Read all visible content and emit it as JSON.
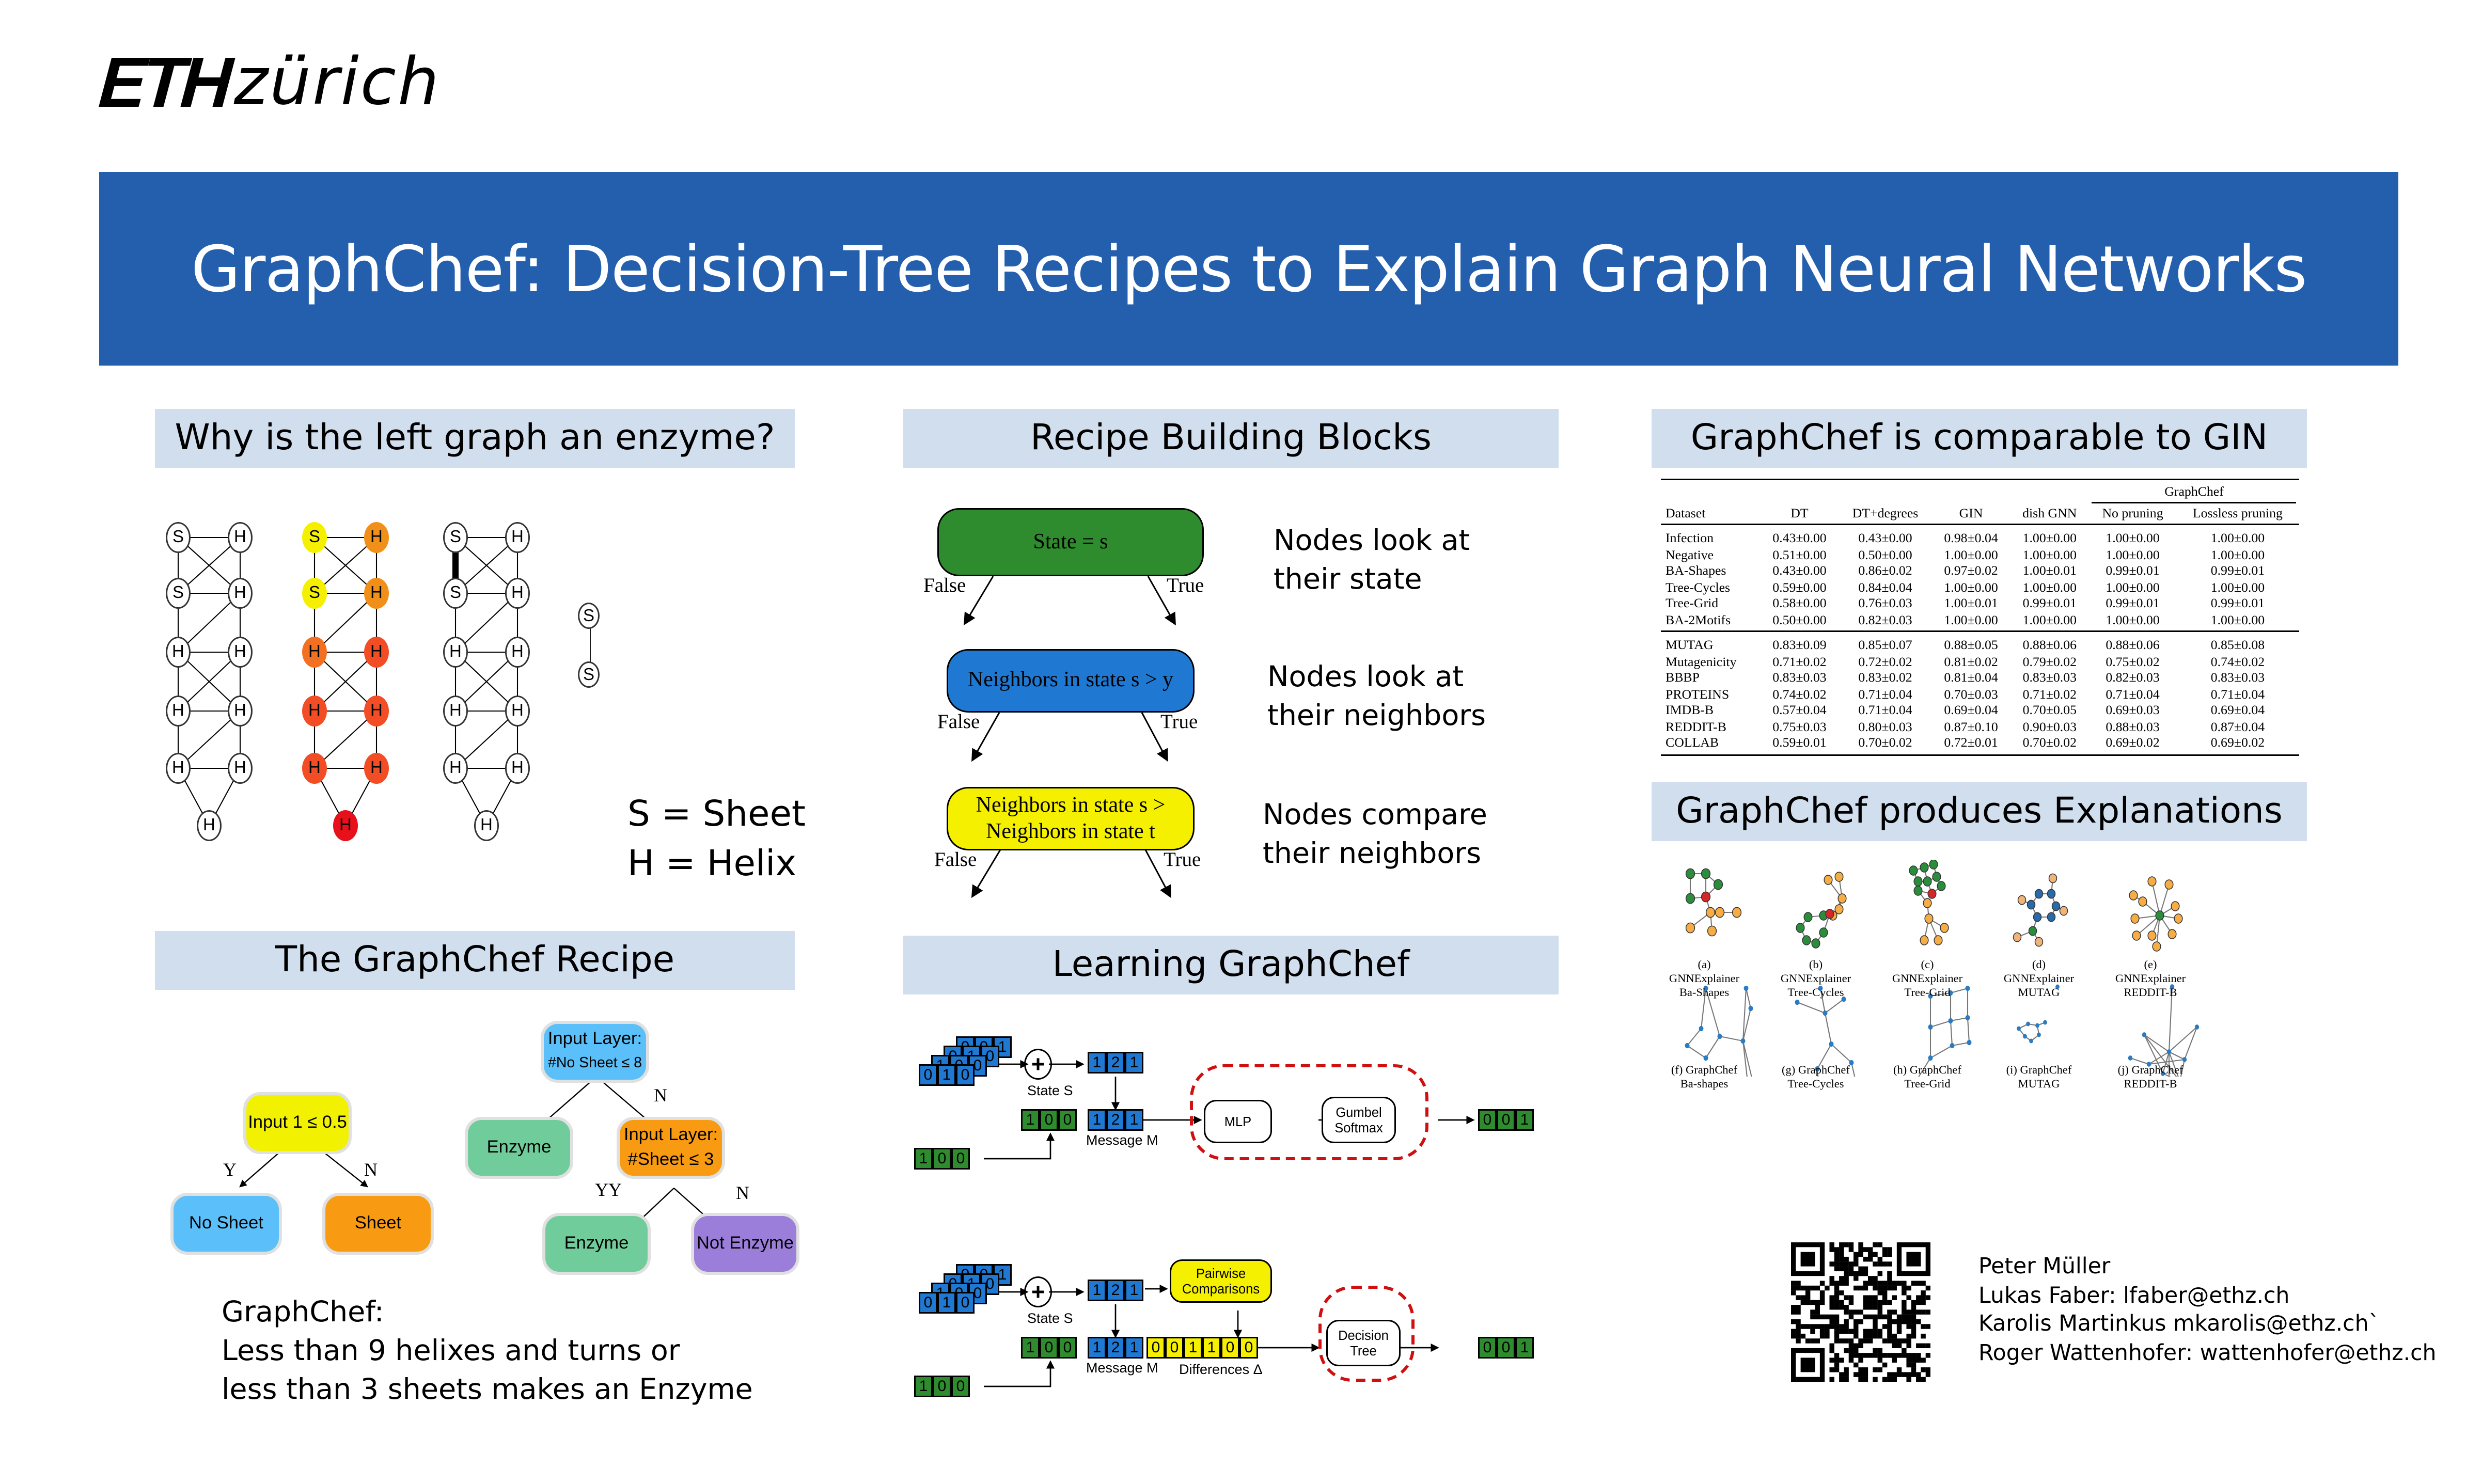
{
  "logo": {
    "eth": "ETH",
    "zurich": "zürich"
  },
  "title": "GraphChef: Decision-Tree Recipes to Explain Graph Neural Networks",
  "colors": {
    "banner": "#245fae",
    "section_header_bg": "#d1deee"
  },
  "sections": {
    "enzyme": {
      "heading": "Why is the left graph an enzyme?",
      "legend": [
        "S = Sheet",
        "H = Helix"
      ]
    },
    "recipe": {
      "heading": "The GraphChef Recipe",
      "small_tree": {
        "root": "Input 1 ≤ 0.5",
        "yes_label": "Y",
        "no_label": "N",
        "yes_leaf": "No Sheet",
        "no_leaf": "Sheet"
      },
      "big_tree": {
        "root_line1": "Input Layer:",
        "root_line2": "#No Sheet ≤ 8",
        "left_leaf": "Enzyme",
        "n_label": "N",
        "mid_line1": "Input Layer:",
        "mid_line2": "#Sheet ≤ 3",
        "y_label": "YY",
        "n2_label": "N",
        "leaf_yes": "Enzyme",
        "leaf_no": "Not Enzyme"
      },
      "explanation": [
        "GraphChef:",
        "Less than 9 helixes and turns or",
        "less than 3 sheets makes an Enzyme"
      ]
    },
    "blocks": {
      "heading": "Recipe Building Blocks",
      "items": [
        {
          "box": [
            "State = s"
          ],
          "desc": [
            "Nodes look at",
            "their state"
          ],
          "false": "False",
          "true": "True",
          "color": "#2e8b2e"
        },
        {
          "box": [
            "Neighbors in state s > y"
          ],
          "desc": [
            "Nodes look at",
            "their neighbors"
          ],
          "false": "False",
          "true": "True",
          "color": "#1f78d1"
        },
        {
          "box": [
            "Neighbors in state s >",
            "Neighbors in state t"
          ],
          "desc": [
            "Nodes compare",
            "their neighbors"
          ],
          "false": "False",
          "true": "True",
          "color": "#f5ef00"
        }
      ]
    },
    "learning": {
      "heading": "Learning GraphChef",
      "diagram1": {
        "stack": [
          [
            "0",
            "0",
            "1"
          ],
          [
            "0",
            "1",
            "0"
          ],
          [
            "1",
            "0",
            "0"
          ],
          [
            "0",
            "1",
            "0"
          ]
        ],
        "sum": [
          "1",
          "2",
          "1"
        ],
        "state": [
          "1",
          "0",
          "0"
        ],
        "message": [
          "1",
          "2",
          "1"
        ],
        "input": [
          "1",
          "0",
          "0"
        ],
        "output": [
          "0",
          "0",
          "1"
        ],
        "state_label": "State S",
        "message_label": "Message M",
        "mlp": "MLP",
        "gumbel": [
          "Gumbel",
          "Softmax"
        ]
      },
      "diagram2": {
        "stack": [
          [
            "0",
            "0",
            "1"
          ],
          [
            "0",
            "1",
            "0"
          ],
          [
            "1",
            "0",
            "0"
          ],
          [
            "0",
            "1",
            "0"
          ]
        ],
        "sum": [
          "1",
          "2",
          "1"
        ],
        "state": [
          "1",
          "0",
          "0"
        ],
        "message": [
          "1",
          "2",
          "1"
        ],
        "differences": [
          "0",
          "0",
          "1",
          "1",
          "0",
          "0"
        ],
        "input": [
          "1",
          "0",
          "0"
        ],
        "output": [
          "0",
          "0",
          "1"
        ],
        "state_label": "State S",
        "message_label": "Message M",
        "diff_label": "Differences Δ",
        "pairwise": [
          "Pairwise",
          "Comparisons"
        ],
        "tree": [
          "Decision",
          "Tree"
        ]
      }
    },
    "comparison": {
      "heading": "GraphChef is comparable to GIN",
      "group_header": "GraphChef",
      "columns": [
        "Dataset",
        "DT",
        "DT+degrees",
        "GIN",
        "dish GNN",
        "No pruning",
        "Lossless pruning"
      ],
      "rows_synthetic": [
        [
          "Infection",
          "0.43±0.00",
          "0.43±0.00",
          "0.98±0.04",
          "1.00±0.00",
          "1.00±0.00",
          "1.00±0.00"
        ],
        [
          "Negative",
          "0.51±0.00",
          "0.50±0.00",
          "1.00±0.00",
          "1.00±0.00",
          "1.00±0.00",
          "1.00±0.00"
        ],
        [
          "BA-Shapes",
          "0.43±0.00",
          "0.86±0.02",
          "0.97±0.02",
          "1.00±0.01",
          "0.99±0.01",
          "0.99±0.01"
        ],
        [
          "Tree-Cycles",
          "0.59±0.00",
          "0.84±0.04",
          "1.00±0.00",
          "1.00±0.00",
          "1.00±0.00",
          "1.00±0.00"
        ],
        [
          "Tree-Grid",
          "0.58±0.00",
          "0.76±0.03",
          "1.00±0.01",
          "0.99±0.01",
          "0.99±0.01",
          "0.99±0.01"
        ],
        [
          "BA-2Motifs",
          "0.50±0.00",
          "0.82±0.03",
          "1.00±0.00",
          "1.00±0.00",
          "1.00±0.00",
          "1.00±0.00"
        ]
      ],
      "rows_real": [
        [
          "MUTAG",
          "0.83±0.09",
          "0.85±0.07",
          "0.88±0.05",
          "0.88±0.06",
          "0.88±0.06",
          "0.85±0.08"
        ],
        [
          "Mutagenicity",
          "0.71±0.02",
          "0.72±0.02",
          "0.81±0.02",
          "0.79±0.02",
          "0.75±0.02",
          "0.74±0.02"
        ],
        [
          "BBBP",
          "0.83±0.03",
          "0.83±0.02",
          "0.81±0.04",
          "0.83±0.03",
          "0.82±0.03",
          "0.83±0.03"
        ],
        [
          "PROTEINS",
          "0.74±0.02",
          "0.71±0.04",
          "0.70±0.03",
          "0.71±0.02",
          "0.71±0.04",
          "0.71±0.04"
        ],
        [
          "IMDB-B",
          "0.57±0.04",
          "0.71±0.04",
          "0.69±0.04",
          "0.70±0.05",
          "0.69±0.03",
          "0.69±0.04"
        ],
        [
          "REDDIT-B",
          "0.75±0.03",
          "0.80±0.03",
          "0.87±0.10",
          "0.90±0.03",
          "0.88±0.03",
          "0.87±0.04"
        ],
        [
          "COLLAB",
          "0.59±0.01",
          "0.70±0.02",
          "0.72±0.01",
          "0.70±0.02",
          "0.69±0.02",
          "0.69±0.02"
        ]
      ]
    },
    "explanations": {
      "heading": "GraphChef produces Explanations",
      "top_captions": [
        [
          "(a)",
          "GNNExplainer",
          "Ba-Shapes"
        ],
        [
          "(b)",
          "GNNExplainer",
          "Tree-Cycles"
        ],
        [
          "(c)",
          "GNNExplainer",
          "Tree-Grid"
        ],
        [
          "(d)",
          "GNNExplainer",
          "MUTAG"
        ],
        [
          "(e)",
          "GNNExplainer",
          "REDDIT-B"
        ]
      ],
      "bottom_captions": [
        [
          "(f) GraphChef",
          "Ba-shapes"
        ],
        [
          "(g) GraphChef",
          "Tree-Cycles"
        ],
        [
          "(h) GraphChef",
          "Tree-Grid"
        ],
        [
          "(i) GraphChef",
          "MUTAG"
        ],
        [
          "(j) GraphChef",
          "REDDIT-B"
        ]
      ]
    },
    "contacts": [
      "Peter Müller",
      "Lukas Faber: lfaber@ethz.ch",
      "Karolis Martinkus mkarolis@ethz.ch`",
      "Roger Wattenhofer: wattenhofer@ethz.ch"
    ]
  }
}
